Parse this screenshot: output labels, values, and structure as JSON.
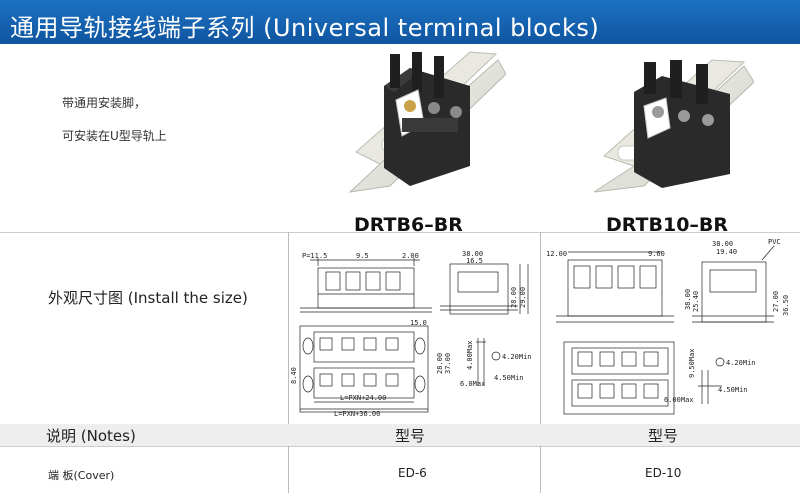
{
  "header": {
    "title": "通用导轨接线端子系列 (Universal terminal blocks)"
  },
  "intro": {
    "line1": "带通用安装脚，",
    "line2": "可安装在U型导轨上"
  },
  "models": {
    "left": "DRTB6–BR",
    "right": "DRTB10–BR"
  },
  "section": {
    "size_label": "外观尺寸图 (Install the size)"
  },
  "notes": {
    "label": "说明 (Notes)",
    "type_left": "型号",
    "type_right": "型号"
  },
  "cover": {
    "label": "端  板(Cover)",
    "left": "ED-6",
    "right": "ED-10"
  },
  "dims_left": {
    "pitch": "P=11.5",
    "a": "9.5",
    "b": "2.00",
    "w1": "38.00",
    "w2": "16.5",
    "h1": "28.00",
    "h2": "29.00",
    "h3": "15.0",
    "c": "28.00",
    "d": "37.00",
    "e": "8.40",
    "hole": "4.20Min",
    "m1": "4.00Max",
    "m2": "6.0Max",
    "m3": "4.50Min",
    "l1": "L=PXN+24.00",
    "l2": "L=PXN+36.00"
  },
  "dims_right": {
    "a": "12.00",
    "b": "9.60",
    "w1": "38.00",
    "w2": "19.40",
    "pvc": "PVC",
    "h1": "38.00",
    "h2": "25.40",
    "h3": "27.00",
    "h4": "36.50",
    "hole": "4.20Min",
    "m1": "9.50Max",
    "m2": "6.00Max",
    "m3": "4.50Min"
  },
  "colors": {
    "header": "#1367b3",
    "notes_bar": "#eeeeee"
  }
}
